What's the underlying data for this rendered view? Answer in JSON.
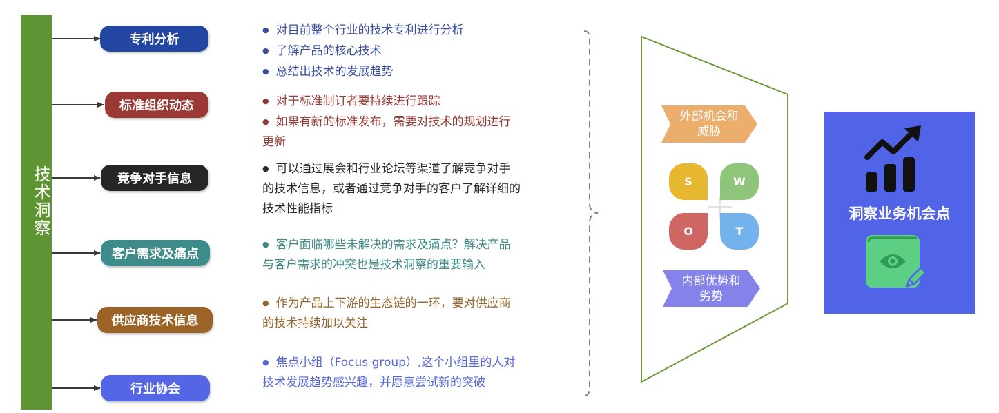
{
  "side_bar": {
    "label": "技术洞察",
    "color": "#5f9434"
  },
  "categories": [
    {
      "label": "专利分析",
      "color": "#2446a3",
      "text_color": "#3a4c9c",
      "bullets": [
        "对目前整个行业的技术专利进行分析",
        "了解产品的核心技术",
        "总结出技术的发展趋势"
      ]
    },
    {
      "label": "标准组织动态",
      "color": "#9b3a35",
      "text_color": "#973a36",
      "bullets": [
        "对于标准制订者要持续进行跟踪",
        [
          "如果有新的标准发布，需要对技术的规划进行",
          "更新"
        ]
      ]
    },
    {
      "label": "竞争对手信息",
      "color": "#262626",
      "text_color": "#2b2b2b",
      "bullets": [
        [
          "可以通过展会和行业论坛等渠道了解竞争对手",
          "的技术信息，或者通过竞争对手的客户了解详细的",
          "技术性能指标"
        ]
      ]
    },
    {
      "label": "客户需求及痛点",
      "color": "#3d8b8b",
      "text_color": "#3e8a86",
      "bullets": [
        [
          "客户面临哪些未解决的需求及痛点？解决产品",
          "与客户需求的冲突也是技术洞察的重要输入"
        ]
      ]
    },
    {
      "label": "供应商技术信息",
      "color": "#9c6327",
      "text_color": "#96652c",
      "bullets": [
        [
          "作为产品上下游的生态链的一环，要对供应商",
          "的技术持续加以关注"
        ]
      ]
    },
    {
      "label": "行业协会",
      "color": "#5566e4",
      "text_color": "#5566d8",
      "bullets": [
        [
          "焦点小组（Focus group）,这个小组里的人对",
          "技术发展趋势感兴趣，并愿意尝试新的突破"
        ]
      ]
    }
  ],
  "funnel": {
    "top_chevron": {
      "text": [
        "外部机会和",
        "威胁"
      ],
      "color": "#ebae6c"
    },
    "bottom_chevron": {
      "text": [
        "内部优势和",
        "劣势"
      ],
      "color": "#8583ea"
    },
    "swot": [
      {
        "letter": "S",
        "color": "#e8b730"
      },
      {
        "letter": "W",
        "color": "#8fc57a"
      },
      {
        "letter": "O",
        "color": "#cf6663"
      },
      {
        "letter": "T",
        "color": "#73b2ea"
      }
    ]
  },
  "result": {
    "label": "洞察业务机会点",
    "box_color": "#5163e6",
    "icons": [
      "trend-chart-icon",
      "insight-book-icon"
    ]
  }
}
